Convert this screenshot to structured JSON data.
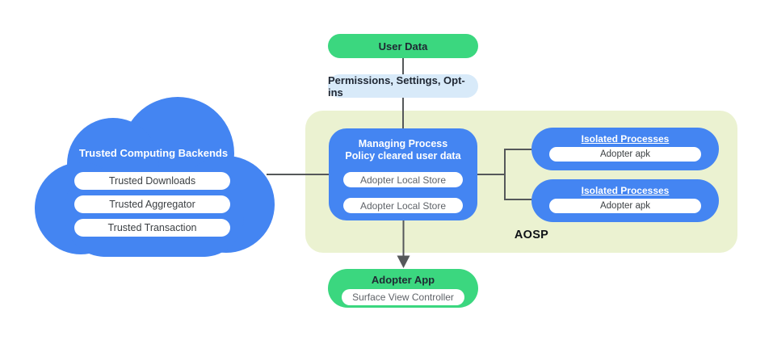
{
  "colors": {
    "blue": "#4485F2",
    "green": "#3BD77F",
    "lightblue": "#D8EAF9",
    "pale": "#EBF2D1",
    "line": "#55585A"
  },
  "cloud": {
    "title": "Trusted Computing Backends",
    "items": [
      "Trusted Downloads",
      "Trusted Aggregator",
      "Trusted Transaction"
    ]
  },
  "flow": {
    "user_data": {
      "label": "User Data"
    },
    "permissions": {
      "label": "Permissions,  Settings, Opt-ins"
    },
    "aosp": {
      "label": "AOSP",
      "managing_process": {
        "title_line1": "Managing Process",
        "title_line2": "Policy cleared user data",
        "items": [
          "Adopter Local Store",
          "Adopter Local Store"
        ]
      },
      "isolated_processes": [
        {
          "title": "Isolated Processes",
          "item": "Adopter apk"
        },
        {
          "title": "Isolated Processes",
          "item": "Adopter apk"
        }
      ]
    },
    "adopter_app": {
      "title": "Adopter App",
      "item": "Surface View Controller"
    }
  }
}
